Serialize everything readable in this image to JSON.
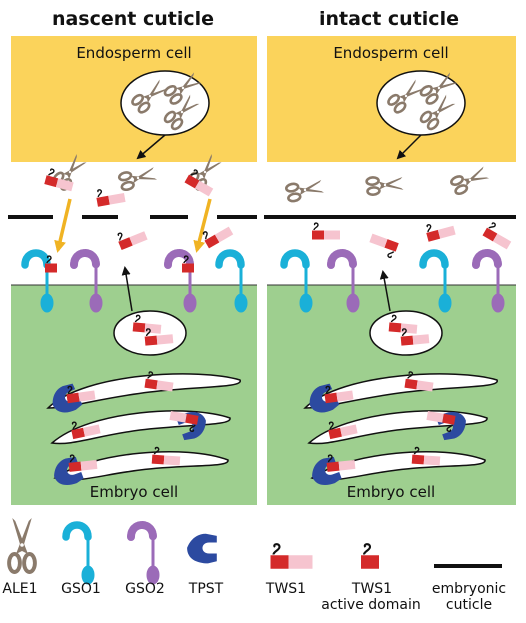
{
  "panels": [
    {
      "title": "nascent cuticle",
      "top_label": "Endosperm cell",
      "bottom_label": "Embryo cell"
    },
    {
      "title": "intact cuticle",
      "top_label": "Endosperm cell",
      "bottom_label": "Embryo cell"
    }
  ],
  "tws1_mark": "S",
  "legend": {
    "ale1": "ALE1",
    "gso1": "GSO1",
    "gso2": "GSO2",
    "tpst": "TPST",
    "tws1": "TWS1",
    "tws1_active_1": "TWS1",
    "tws1_active_2": "active domain",
    "cuticle_1": "embryonic",
    "cuticle_2": "cuticle"
  },
  "colors": {
    "endosperm": "#fbd35b",
    "embryo": "#9ecf8f",
    "scissors": "#8a7a6b",
    "gso1": "#1ab0d8",
    "gso2": "#9b6bb8",
    "tpst": "#2c4aa0",
    "tws1_active": "#d42a2a",
    "tws1_pro": "#f6c4cf",
    "arrow_yellow": "#f0b323",
    "cuticle": "#111111"
  },
  "icons": [
    "scissors-icon",
    "gso1-receptor-icon",
    "gso2-receptor-icon",
    "tpst-icon",
    "tws1-peptide-icon"
  ]
}
